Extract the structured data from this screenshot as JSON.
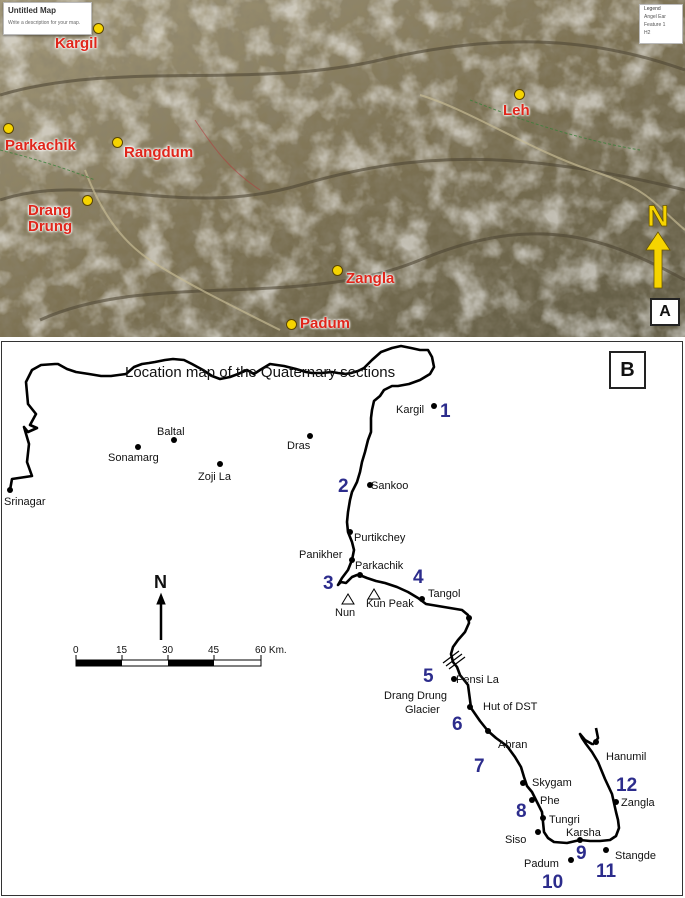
{
  "panel_a": {
    "label": "A",
    "untitled_map": {
      "title": "Untitled Map",
      "description": "Write a description for your map."
    },
    "legend": {
      "title": "Legend",
      "items": [
        "Angel Ear",
        "Feature 1",
        "H2"
      ]
    },
    "north_label": "N",
    "places": [
      "Kargil",
      "Leh",
      "Parkachik",
      "Rangdum",
      "Drang Drung",
      "Zangla",
      "Padum"
    ]
  },
  "panel_b": {
    "label": "B",
    "title": "Location map of the Quaternary sections",
    "north_label": "N",
    "scale": {
      "ticks": [
        "0",
        "15",
        "30",
        "45",
        "60 Km."
      ]
    },
    "towns": [
      "Srinagar",
      "Sonamarg",
      "Baltal",
      "Zoji La",
      "Dras",
      "Kargil",
      "Sankoo",
      "Purtikchey",
      "Panikher",
      "Parkachik",
      "Nun",
      "Kun Peak",
      "Tangol",
      "Pensi La",
      "Drang Drung",
      "Glacier",
      "Hut of DST",
      "Abran",
      "Skygam",
      "Phe",
      "Tungri",
      "Siso",
      "Karsha",
      "Padum",
      "Stangde",
      "Zangla",
      "Hanumil"
    ],
    "section_numbers": [
      "1",
      "2",
      "3",
      "4",
      "5",
      "6",
      "7",
      "8",
      "9",
      "10",
      "11",
      "12"
    ]
  }
}
